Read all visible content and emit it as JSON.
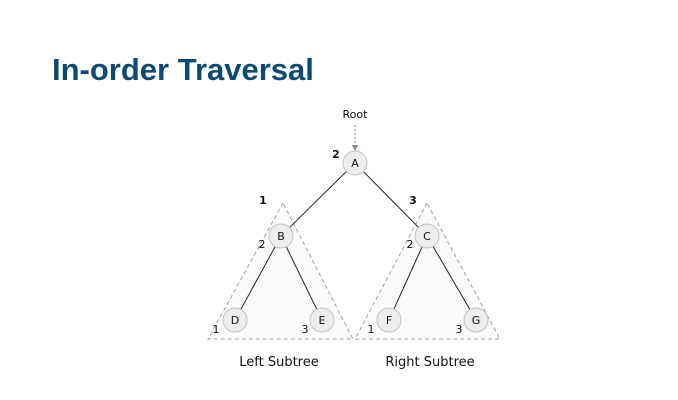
{
  "title": "In-order Traversal",
  "colors": {
    "title": "#0d4a73",
    "edge": "#222222",
    "node_fill": "#eeeeee",
    "node_stroke": "#c4c4c4",
    "region_fill": "#fafafa",
    "region_stroke": "#a0a0a0",
    "text": "#111111"
  },
  "root_pointer": {
    "label": "Root"
  },
  "nodes": [
    {
      "id": "A",
      "label": "A"
    },
    {
      "id": "B",
      "label": "B"
    },
    {
      "id": "C",
      "label": "C"
    },
    {
      "id": "D",
      "label": "D"
    },
    {
      "id": "E",
      "label": "E"
    },
    {
      "id": "F",
      "label": "F"
    },
    {
      "id": "G",
      "label": "G"
    }
  ],
  "edges": [
    {
      "from": "A",
      "to": "B"
    },
    {
      "from": "A",
      "to": "C"
    },
    {
      "from": "B",
      "to": "D"
    },
    {
      "from": "B",
      "to": "E"
    },
    {
      "from": "C",
      "to": "F"
    },
    {
      "from": "C",
      "to": "G"
    }
  ],
  "subtrees": [
    {
      "id": "left",
      "label": "Left Subtree",
      "order": "1"
    },
    {
      "id": "right",
      "label": "Right Subtree",
      "order": "3"
    }
  ],
  "order_labels": {
    "A": "2",
    "B": "2",
    "D": "1",
    "E": "3",
    "C": "2",
    "F": "1",
    "G": "3"
  }
}
